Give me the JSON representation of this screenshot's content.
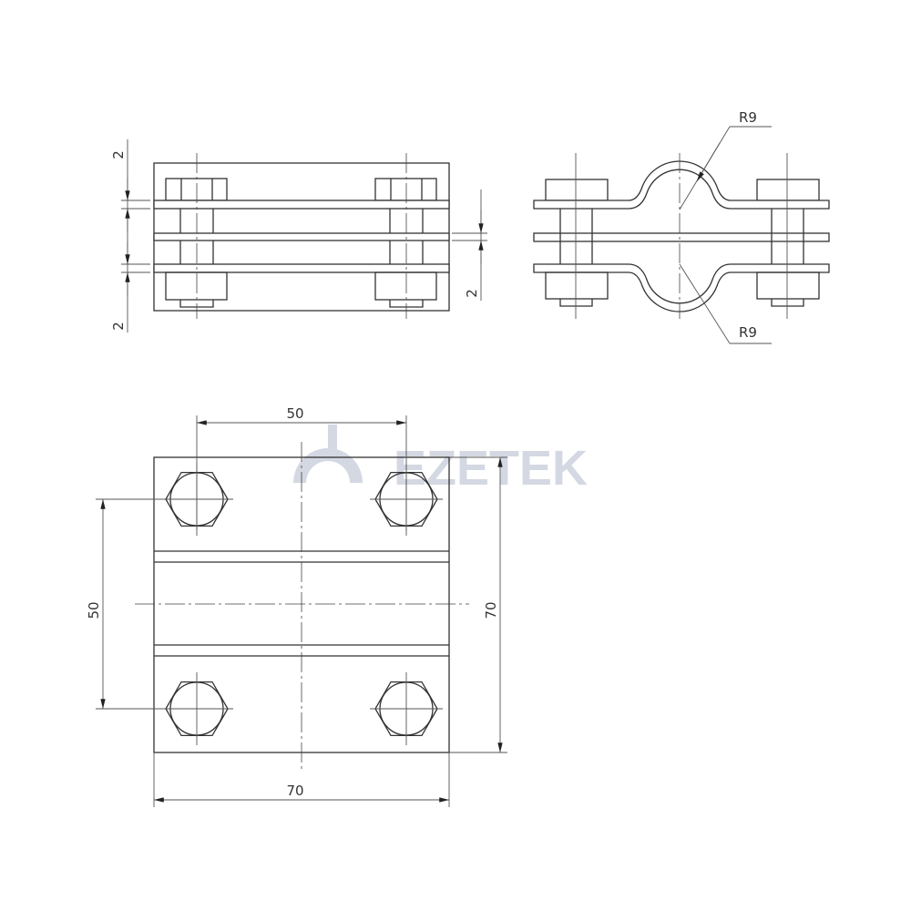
{
  "watermark": {
    "text": "EZETEK"
  },
  "front_view": {
    "dim_top": "2",
    "dim_bottom": "2",
    "dim_right": "2"
  },
  "side_view": {
    "radius_top": "R9",
    "radius_bottom": "R9"
  },
  "plan_view": {
    "dim_bolt_spacing_horizontal": "50",
    "dim_bolt_spacing_vertical": "50",
    "dim_height": "70",
    "dim_width": "70"
  }
}
